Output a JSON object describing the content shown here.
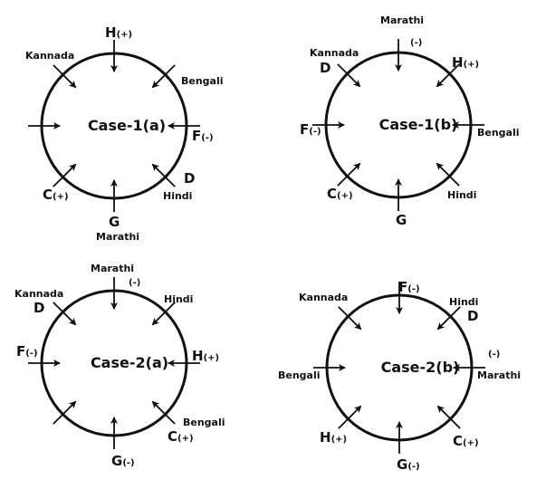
{
  "diagrams": [
    {
      "title": "Case-1(a)",
      "labels": {
        "h": "H",
        "h_sign": "(+)",
        "kannada": "Kannada",
        "bengali": "Bengali",
        "f": "F",
        "f_sign": "(-)",
        "d": "D",
        "hindi": "Hindi",
        "g": "G",
        "marathi": "Marathi",
        "c": "C",
        "c_sign": "(+)"
      }
    },
    {
      "title": "Case-1(b)",
      "labels": {
        "marathi": "Marathi",
        "marathi_sign": "(-)",
        "kannada": "Kannada",
        "d": "D",
        "h": "H",
        "h_sign": "(+)",
        "f": "F",
        "f_sign": "(-)",
        "bengali": "Bengali",
        "hindi": "Hindi",
        "c": "C",
        "c_sign": "(+)",
        "g": "G"
      }
    },
    {
      "title": "Case-2(a)",
      "labels": {
        "marathi": "Marathi",
        "marathi_sign": "(-)",
        "kannada": "Kannada",
        "d": "D",
        "hindi": "Hindi",
        "f": "F",
        "f_sign": "(-)",
        "h": "H",
        "h_sign": "(+)",
        "bengali": "Bengali",
        "c": "C",
        "c_sign": "(+)",
        "g": "G",
        "g_sign": "(-)"
      }
    },
    {
      "title": "Case-2(b)",
      "labels": {
        "f": "F",
        "f_sign": "(-)",
        "kannada": "Kannada",
        "hindi": "Hindi",
        "d": "D",
        "marathi_sign": "(-)",
        "marathi": "Marathi",
        "bengali": "Bengali",
        "h": "H",
        "h_sign": "(+)",
        "c": "C",
        "c_sign": "(+)",
        "g": "G",
        "g_sign": "(-)"
      }
    }
  ]
}
